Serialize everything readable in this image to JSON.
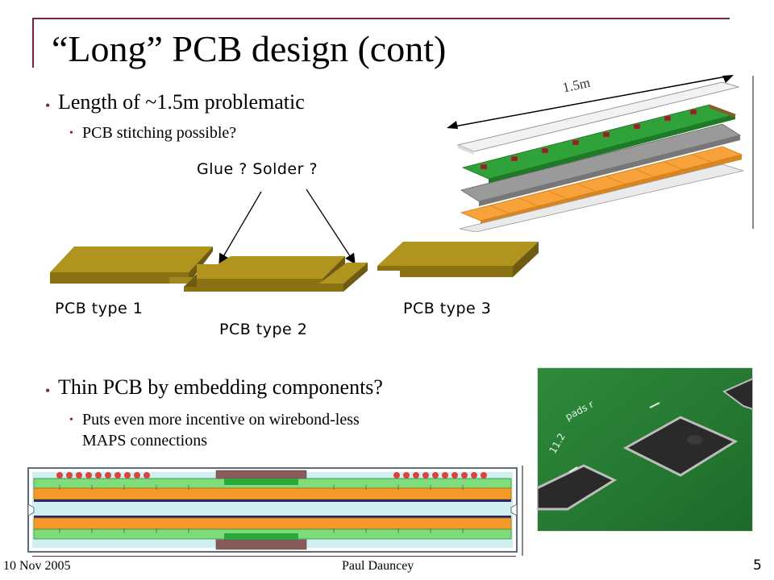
{
  "slide": {
    "title": "“Long” PCB design (cont)",
    "page_number": "5"
  },
  "bullets": {
    "b1": "Length of ~1.5m problematic",
    "b1_sub": "PCB stitching possible?",
    "b2": "Thin PCB by embedding components?",
    "b2_sub_line1": "Puts even more incentive on wirebond-less",
    "b2_sub_line2": "MAPS connections"
  },
  "diagram": {
    "glue_solder_label": "Glue ? Solder ?",
    "pcb_type1": "PCB type 1",
    "pcb_type2": "PCB type 2",
    "pcb_type3": "PCB type 3",
    "length_label": "1.5m"
  },
  "footer": {
    "date": "10 Nov 2005",
    "author": "Paul Dauncey"
  },
  "colors": {
    "accent": "#7a1f4a",
    "pcb_gold": "#8a7214",
    "pcb_gold_light": "#b0941e",
    "green_board": "#2fa33a",
    "orange_sensor": "#f7a23a"
  }
}
